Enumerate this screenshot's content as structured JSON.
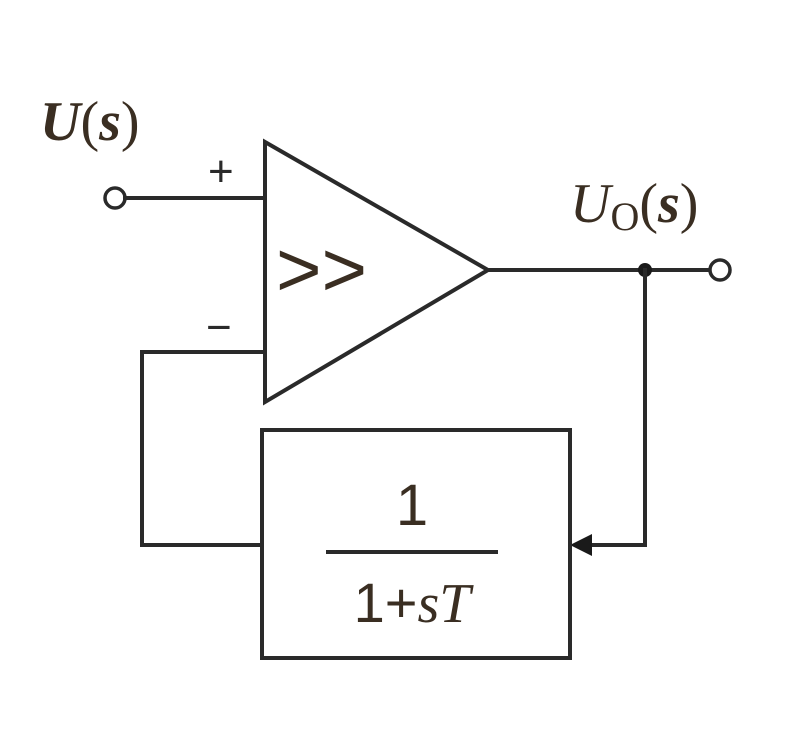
{
  "input": {
    "var": "U",
    "open_paren": "(",
    "arg": "s",
    "close_paren": ")"
  },
  "output": {
    "var": "U",
    "subscript": "O",
    "open_paren": "(",
    "arg": "s",
    "close_paren": ")"
  },
  "opamp": {
    "plus": "+",
    "minus": "−",
    "symbol": ">>"
  },
  "feedback_block": {
    "numerator": "1",
    "denominator_const": "1+",
    "denominator_var": "sT"
  },
  "colors": {
    "wire": "#2a2a2a",
    "label": "#3a2e22",
    "background": "#ffffff"
  }
}
